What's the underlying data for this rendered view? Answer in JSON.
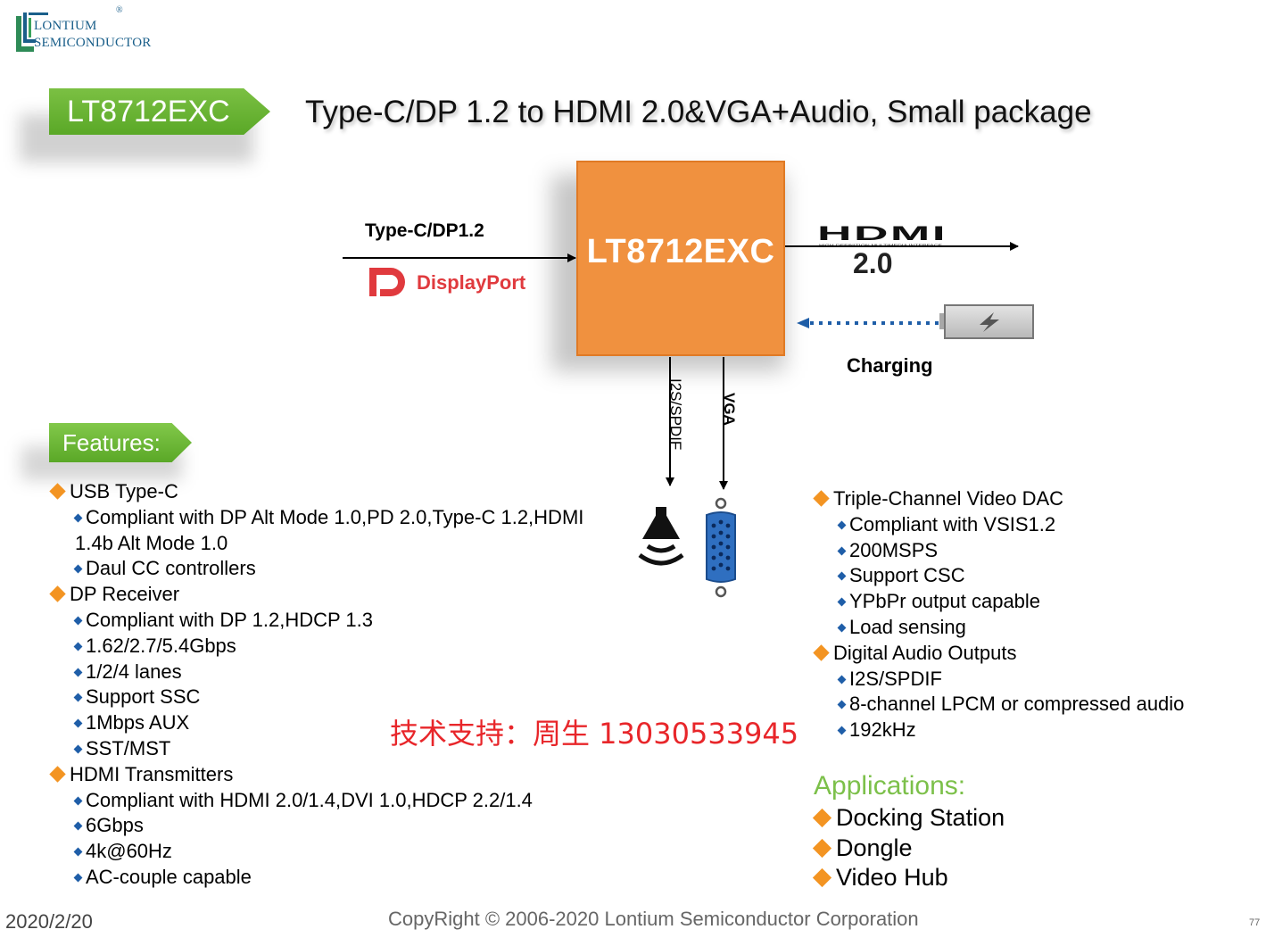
{
  "logo": {
    "brand_line1": "LONTIUM",
    "brand_line2": "SEMICONDUCTOR",
    "registered": "®",
    "icon": "lontium-logo-icon"
  },
  "header": {
    "tag": "LT8712EXC",
    "title": "Type-C/DP 1.2 to HDMI 2.0&VGA+Audio, Small package"
  },
  "diagram": {
    "chip_label": "LT8712EXC",
    "input_label": "Type-C/DP1.2",
    "displayport_logo_text": "DisplayPort",
    "hdmi_logo": "HDMI",
    "hdmi_logo_tagline": "HIGH-DEFINITION MULTIMEDIA INTERFACE",
    "hdmi_version": "2.0",
    "charging_label": "Charging",
    "i2s_label": "I2S/SPDIF",
    "vga_label": "VGA",
    "icons": [
      "displayport-icon",
      "hdmi-logo-icon",
      "battery-charging-icon",
      "speaker-icon",
      "vga-connector-icon"
    ],
    "colors": {
      "chip": "#f0913f",
      "arrow_charging": "#1f5ea8",
      "green_tag": "#6ab535",
      "bullet_orange": "#f39422",
      "bullet_blue": "#1f5ea8"
    }
  },
  "features": {
    "tag": "Features:",
    "sections": [
      {
        "title": "USB Type-C",
        "items": [
          "Compliant with DP Alt Mode 1.0,PD 2.0,Type-C 1.2,HDMI",
          "Daul CC controllers"
        ],
        "wrap_line": "1.4b Alt Mode 1.0"
      },
      {
        "title": "DP Receiver",
        "items": [
          "Compliant with DP 1.2,HDCP 1.3",
          "1.62/2.7/5.4Gbps",
          "1/2/4 lanes",
          "Support SSC",
          "1Mbps AUX",
          "SST/MST"
        ]
      },
      {
        "title": "HDMI Transmitters",
        "items": [
          "Compliant with HDMI 2.0/1.4,DVI 1.0,HDCP 2.2/1.4",
          "6Gbps",
          "4k@60Hz",
          "AC-couple capable"
        ]
      }
    ],
    "right_sections": [
      {
        "title": "Triple-Channel Video DAC",
        "items": [
          "Compliant with VSIS1.2",
          "200MSPS",
          "Support CSC",
          "YPbPr output capable",
          "Load sensing"
        ]
      },
      {
        "title": "Digital Audio Outputs",
        "items": [
          "I2S/SPDIF",
          "8-channel LPCM or compressed audio",
          "192kHz"
        ]
      }
    ]
  },
  "applications": {
    "title": "Applications:",
    "items": [
      "Docking Station",
      "Dongle",
      "Video Hub"
    ]
  },
  "support_note": "技术支持：周生 13030533945",
  "footer": {
    "date": "2020/2/20",
    "copyright": "CopyRight © 2006-2020 Lontium Semiconductor Corporation",
    "page": "77"
  }
}
